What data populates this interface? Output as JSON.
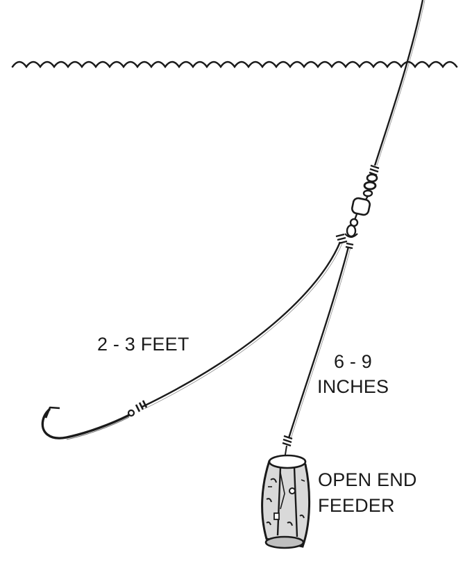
{
  "labels": {
    "leader_length": "2 - 3 FEET",
    "dropper_length_line1": "6 - 9",
    "dropper_length_line2": "INCHES",
    "feeder_line1": "OPEN END",
    "feeder_line2": "FEEDER"
  },
  "colors": {
    "ink": "#1a1a1a",
    "background": "#ffffff",
    "feeder_shade": "#d9d9d9",
    "bead": "#ffffff"
  }
}
